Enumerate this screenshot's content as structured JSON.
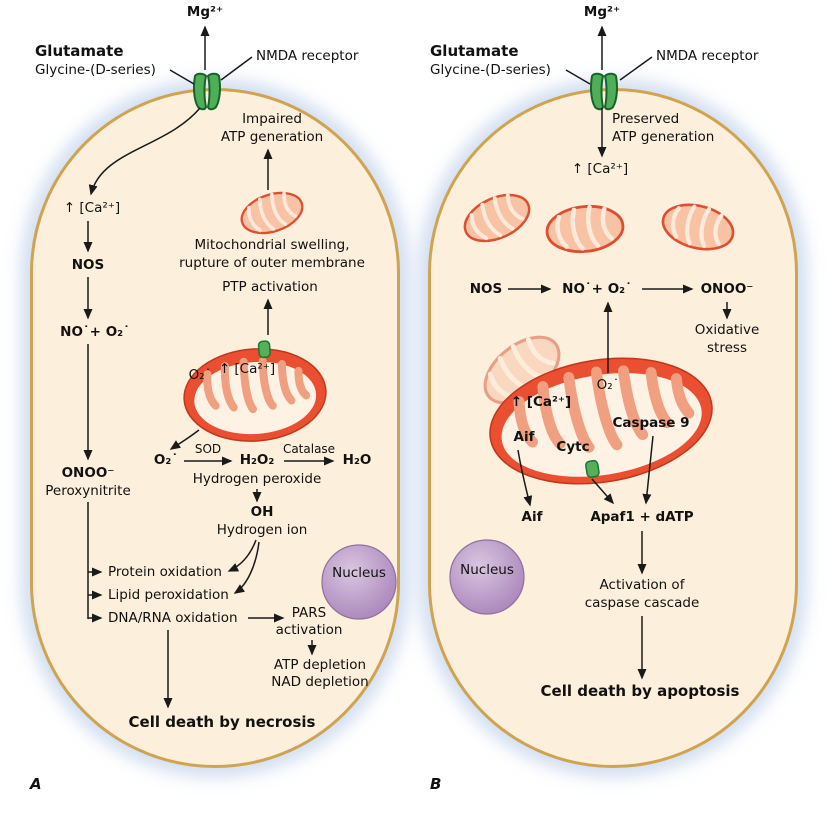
{
  "panelA": {
    "panel_label": "A",
    "mg": "Mg²⁺",
    "glutamate": "Glutamate",
    "glycine": "Glycine-(D-series)",
    "nmda": "NMDA receptor",
    "ca": "↑ [Ca²⁺]",
    "nos": "NOS",
    "no_o2": "NO˙+ O₂˙",
    "onoo": "ONOO⁻",
    "peroxynitrite": "Peroxynitrite",
    "impaired_l1": "Impaired",
    "impaired_l2": "ATP generation",
    "swelling_l1": "Mitochondrial swelling,",
    "swelling_l2": "rupture of outer membrane",
    "ptp": "PTP activation",
    "mito_o2": "O₂˙",
    "mito_ca": "↑ [Ca²⁺]",
    "o2": "O₂˙",
    "sod": "SOD",
    "h2o2": "H₂O₂",
    "h2o2_name": "Hydrogen peroxide",
    "catalase": "Catalase",
    "h2o": "H₂O",
    "oh": "OH",
    "oh_name": "Hydrogen ion",
    "protein_ox": "Protein oxidation",
    "lipid_ox": "Lipid peroxidation",
    "dna_ox": "DNA/RNA oxidation",
    "pars_l1": "PARS",
    "pars_l2": "activation",
    "atp_depletion": "ATP depletion",
    "nad_depletion": "NAD depletion",
    "nucleus": "Nucleus",
    "cell_death": "Cell death by necrosis"
  },
  "panelB": {
    "panel_label": "B",
    "mg": "Mg²⁺",
    "glutamate": "Glutamate",
    "glycine": "Glycine-(D-series)",
    "nmda": "NMDA receptor",
    "preserved_l1": "Preserved",
    "preserved_l2": "ATP generation",
    "ca": "↑ [Ca²⁺]",
    "nos": "NOS",
    "no_o2": "NO˙+ O₂˙",
    "onoo": "ONOO⁻",
    "oxstress_l1": "Oxidative",
    "oxstress_l2": "stress",
    "mito_ca": "↑ [Ca²⁺]",
    "mito_o2": "O₂˙",
    "aif_in": "Aif",
    "cytc": "Cytc",
    "caspase9": "Caspase 9",
    "aif_out": "Aif",
    "apaf": "Apaf1 + dATP",
    "nucleus": "Nucleus",
    "cascade_l1": "Activation of",
    "cascade_l2": "caspase cascade",
    "cell_death": "Cell death by apoptosis"
  },
  "colors": {
    "cell_fill": "#fcefdb",
    "cell_border": "#d0a350",
    "glow": "#a5bee4",
    "mito_fill": "#f8c3a5",
    "mito_stroke": "#dd4f30",
    "mito_damaged": "#e94f30",
    "cristae": "#f0a080",
    "nucleus": "#b493c3",
    "receptor_green": "#4fae57"
  }
}
